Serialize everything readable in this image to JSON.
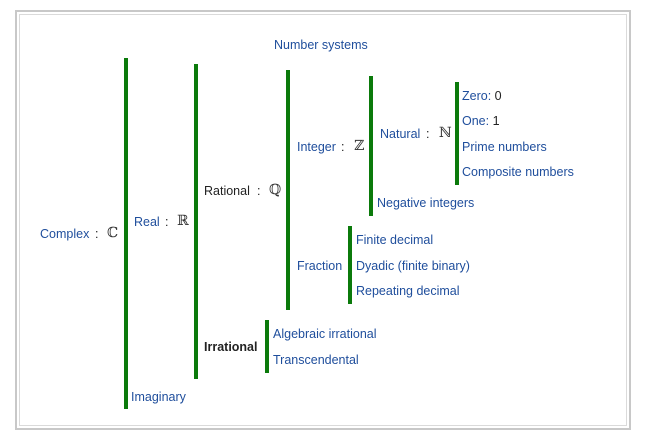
{
  "title": "Number systems",
  "complex": {
    "label": "Complex",
    "colon": ":",
    "symbol": "ℂ"
  },
  "real": {
    "label": "Real",
    "colon": ":",
    "symbol": "ℝ"
  },
  "rational": {
    "label": "Rational",
    "colon": ":",
    "symbol": "ℚ"
  },
  "integer": {
    "label": "Integer",
    "colon": ":",
    "symbol": "ℤ"
  },
  "natural": {
    "label": "Natural",
    "colon": ":",
    "symbol": "ℕ"
  },
  "natural_items": {
    "zero": {
      "label": "Zero:",
      "value": "0"
    },
    "one": {
      "label": "One:",
      "value": "1"
    },
    "prime": "Prime numbers",
    "composite": "Composite numbers"
  },
  "negative_integers": "Negative integers",
  "fraction": {
    "label": "Fraction",
    "items": [
      "Finite decimal",
      "Dyadic (finite binary)",
      "Repeating decimal"
    ]
  },
  "irrational": {
    "label": "Irrational",
    "items": [
      "Algebraic irrational",
      "Transcendental"
    ]
  },
  "imaginary": "Imaginary",
  "colors": {
    "bar": "#0b7a0b",
    "link": "#1f4e9c",
    "text": "#222222"
  }
}
